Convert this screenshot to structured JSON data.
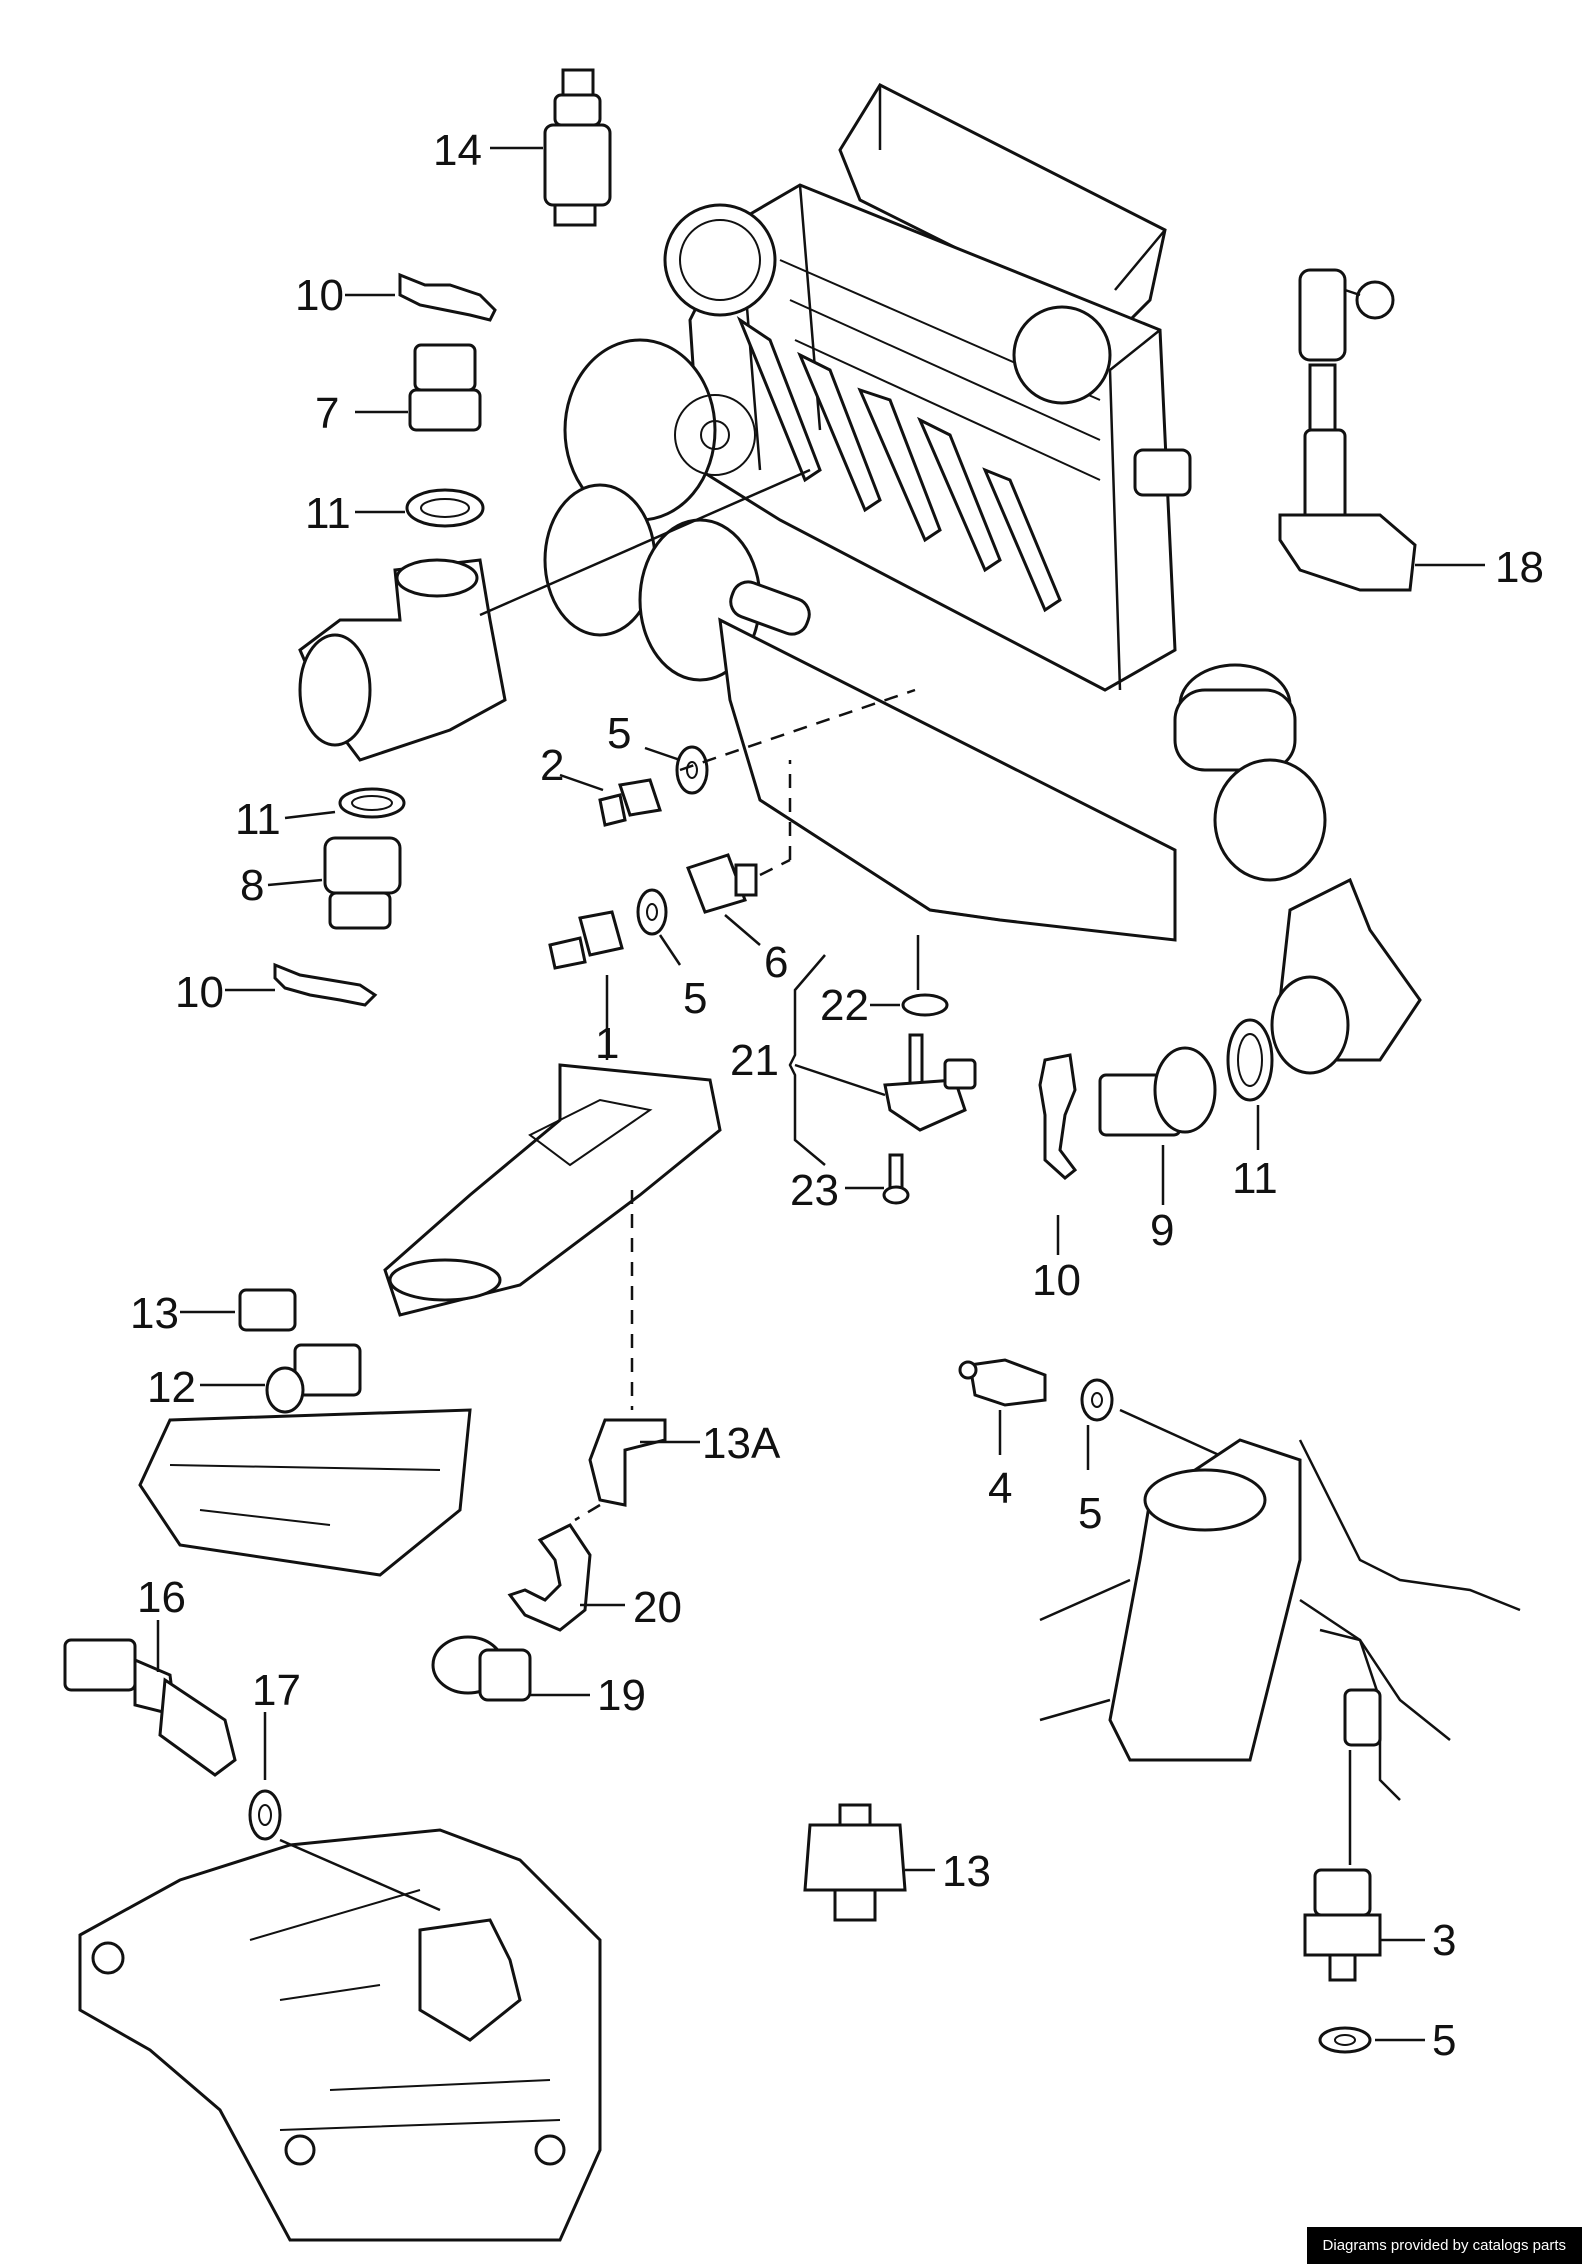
{
  "callouts": {
    "c14": "14",
    "c10a": "10",
    "c7": "7",
    "c11a": "11",
    "c5a": "5",
    "c2": "2",
    "c11b": "11",
    "c8": "8",
    "c10b": "10",
    "c1": "1",
    "c5b": "5",
    "c6": "6",
    "c22": "22",
    "c21": "21",
    "c23": "23",
    "c18": "18",
    "c9": "9",
    "c11c": "11",
    "c10c": "10",
    "c13a": "13",
    "c12": "12",
    "c13A": "13A",
    "c4": "4",
    "c5c": "5",
    "c20": "20",
    "c19": "19",
    "c16": "16",
    "c17": "17",
    "c13b": "13",
    "c3": "3",
    "c5d": "5"
  },
  "footer": {
    "credit": "Diagrams provided by catalogs parts"
  }
}
